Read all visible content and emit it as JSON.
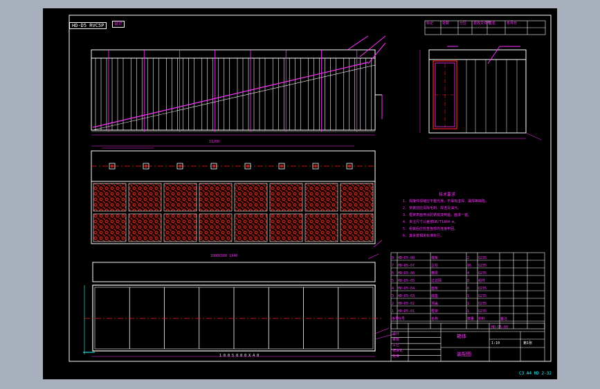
{
  "drawing": {
    "title_tag": "HD-D5 RVC5P",
    "title_tag_note": "设计",
    "sheet_number": "C3 A4 HD 2-32",
    "views": {
      "top_label": "",
      "bottom_label": "1 0 0 5 0 0   0 X 4 0"
    }
  },
  "notes": {
    "heading": "技术要求",
    "items": [
      "1. 焊接件焊缝应平整光滑，不得有虚焊、漏焊等缺陷。",
      "2. 安装前应清除毛刺、焊渣及油污。",
      "3. 框架表面喷涂防锈底漆两遍，面漆一遍。",
      "4. 未注尺寸公差按GB/T1804-m。",
      "5. 组装后应检查各部件连接牢固。",
      "6. 其余按相关标准执行。"
    ]
  },
  "revision_table": {
    "headers": [
      "标记",
      "处数",
      "分区",
      "更改文件号",
      "签名",
      "年月日"
    ]
  },
  "bom": {
    "rows": [
      [
        "8",
        "HD-D5-08",
        "端板",
        "2",
        "Q235",
        ""
      ],
      [
        "7",
        "HD-D5-07",
        "立柱",
        "16",
        "Q235",
        ""
      ],
      [
        "6",
        "HD-D5-06",
        "横梁",
        "4",
        "Q235",
        ""
      ],
      [
        "5",
        "HD-D5-05",
        "过滤网",
        "8",
        "组件",
        ""
      ],
      [
        "4",
        "HD-D5-04",
        "面板",
        "8",
        "Q235",
        ""
      ],
      [
        "3",
        "HD-D5-03",
        "底座",
        "1",
        "Q235",
        ""
      ],
      [
        "2",
        "HD-D5-02",
        "顶盖",
        "1",
        "Q235",
        ""
      ],
      [
        "1",
        "HD-D5-01",
        "框架",
        "1",
        "Q235",
        ""
      ]
    ],
    "header": [
      "序号",
      "代号",
      "名称",
      "数量",
      "材料",
      "备注"
    ]
  },
  "title_block": {
    "part_name": "箱体",
    "assembly_name": "装配图",
    "drawing_code": "HD-D5-00",
    "scale": "1:10",
    "sheet": "第1张",
    "labels": [
      "设计",
      "审核",
      "工艺",
      "标准化",
      "批准"
    ]
  },
  "colors": {
    "line": "#ffffff",
    "center": "#ff2222",
    "dim": "#ff33ff",
    "text_cyan": "#33ffff",
    "fill_red": "#b02018"
  }
}
